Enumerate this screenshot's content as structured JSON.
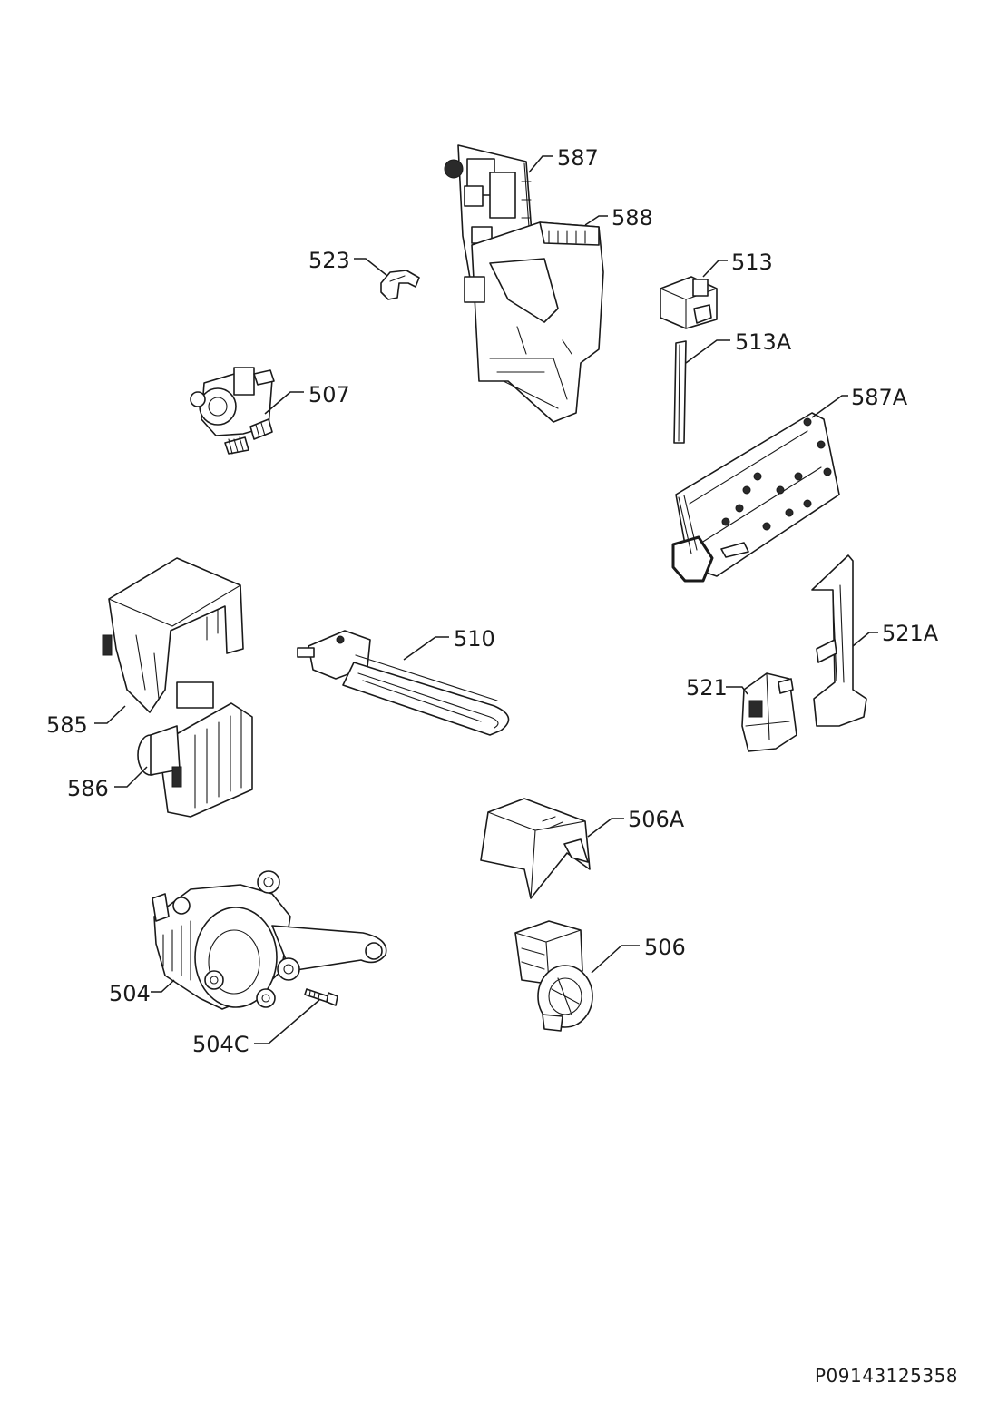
{
  "labels": {
    "p587": "587",
    "p588": "588",
    "p523": "523",
    "p513": "513",
    "p513A": "513A",
    "p507": "507",
    "p587A": "587A",
    "p510": "510",
    "p521A": "521A",
    "p521": "521",
    "p585": "585",
    "p586": "586",
    "p506A": "506A",
    "p506": "506",
    "p504": "504",
    "p504C": "504C"
  },
  "document_code": "P09143125358"
}
